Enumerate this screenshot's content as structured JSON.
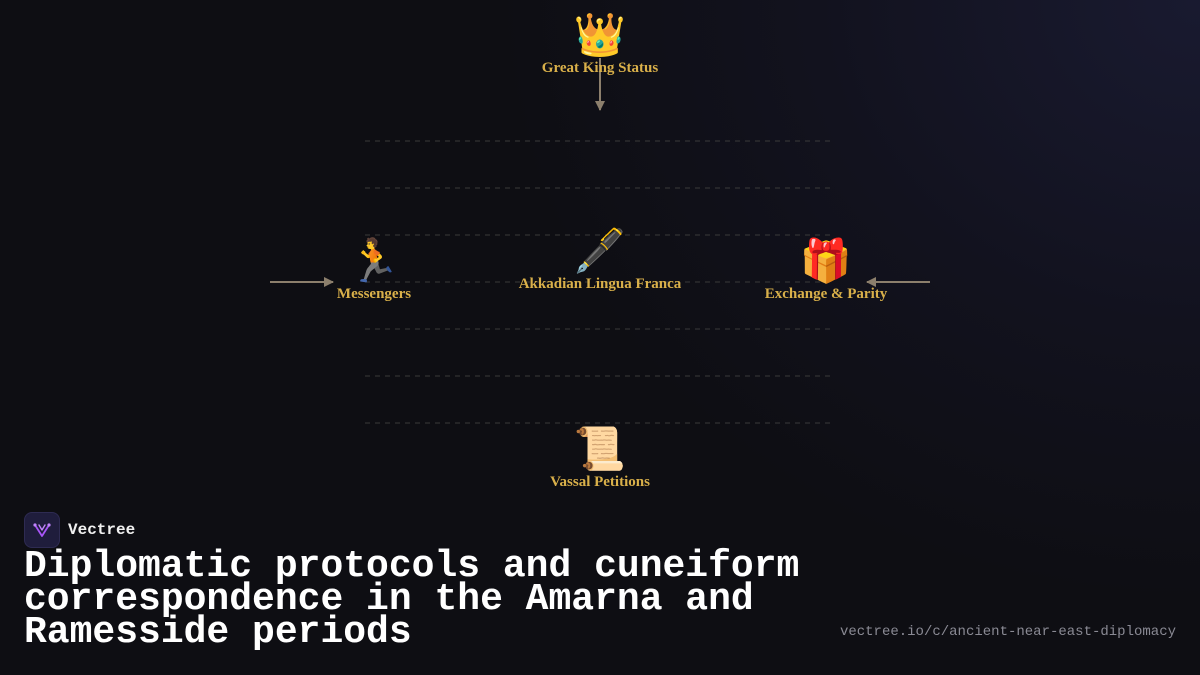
{
  "diagram": {
    "nodes": {
      "top": {
        "icon": "crown-icon",
        "emoji": "👑",
        "label": "Great King Status"
      },
      "center": {
        "icon": "fountain-pen-icon",
        "emoji": "🖋️",
        "label": "Akkadian Lingua Franca"
      },
      "left": {
        "icon": "runner-icon",
        "emoji": "🏃",
        "label": "Messengers"
      },
      "right": {
        "icon": "gift-icon",
        "emoji": "🎁",
        "label": "Exchange & Parity"
      },
      "bottom": {
        "icon": "scroll-icon",
        "emoji": "📜",
        "label": "Vassal Petitions"
      }
    },
    "colors": {
      "label": "#d9b04a",
      "arrow": "#8c7f6c",
      "guide_line": "#3a3a3a"
    }
  },
  "brand": {
    "name": "Vectree",
    "logo_icon": "vectree-logo-icon"
  },
  "headline": "Diplomatic protocols and cuneiform correspondence in the Amarna and Ramesside periods",
  "url": "vectree.io/c/ancient-near-east-diplomacy"
}
